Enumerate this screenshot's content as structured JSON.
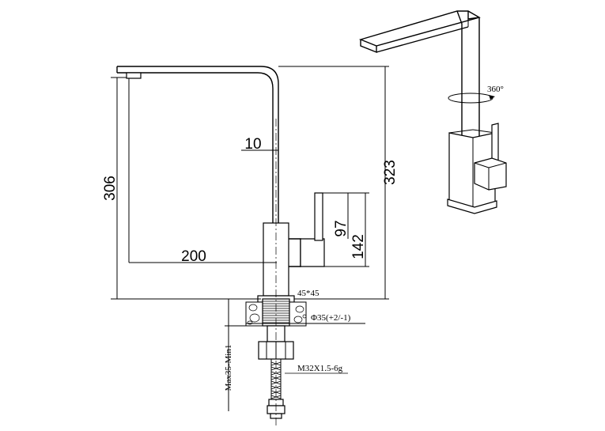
{
  "dimensions": {
    "spout_height": "306",
    "total_height": "323",
    "spout_reach": "200",
    "tube_width": "10",
    "lever_height": "97",
    "body_height": "142"
  },
  "annotations": {
    "rotation": "360°",
    "washer": "45*45",
    "hole": "Φ35(+2/-1)",
    "thread": "M32X1.5-6g",
    "counter_thickness": "Max35-Min1"
  }
}
